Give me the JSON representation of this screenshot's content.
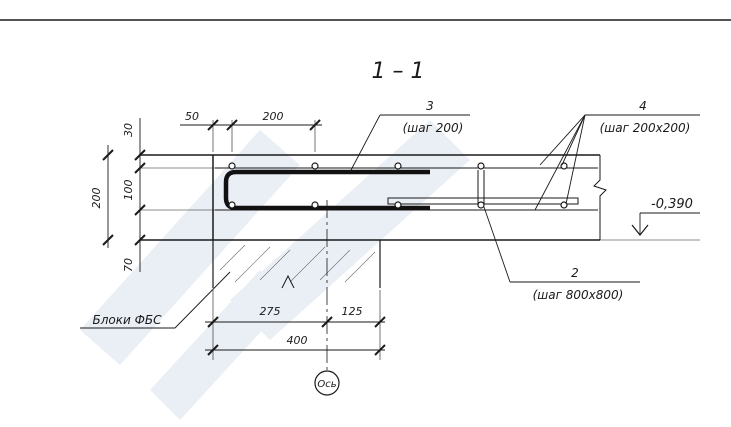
{
  "section": {
    "title": "1 – 1"
  },
  "callouts": {
    "item3": {
      "number": "3",
      "spec": "(шаг 200)"
    },
    "item4": {
      "number": "4",
      "spec": "(шаг 200х200)"
    },
    "item2": {
      "number": "2",
      "spec": "(шаг 800х800)"
    }
  },
  "elevation": {
    "value": "-0,390"
  },
  "labels": {
    "blocks": "Блоки ФБС",
    "axis": "Ось"
  },
  "dimensions": {
    "top": [
      "50",
      "200"
    ],
    "left_outer": "200",
    "left_inner": [
      "30",
      "100",
      "70"
    ],
    "bottom_row1": [
      "275",
      "125"
    ],
    "bottom_row2": "400"
  },
  "colors": {
    "ink": "#1a1a1a",
    "watermark": "#e8edf5",
    "bar": "#111111"
  }
}
